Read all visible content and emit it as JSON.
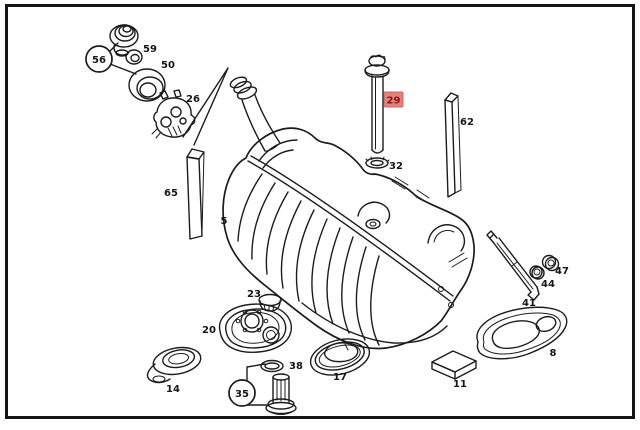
{
  "page": {
    "background": "#ffffff",
    "frame_color": "#141414",
    "line_color": "#1c1c1c"
  },
  "diagram": {
    "type": "exploded-parts-diagram"
  },
  "highlight": {
    "label": "29",
    "background": "#e2827e",
    "border": "#c96663",
    "text_color": "#8f1412"
  },
  "labels": {
    "n5": "5",
    "n8": "8",
    "n11": "11",
    "n14": "14",
    "n17": "17",
    "n20": "20",
    "n23": "23",
    "n26": "26",
    "n29": "29",
    "n32": "32",
    "n35": "35",
    "n38": "38",
    "n41": "41",
    "n44": "44",
    "n47": "47",
    "n50": "50",
    "n56": "56",
    "n59": "59",
    "n62": "62",
    "n65": "65"
  }
}
